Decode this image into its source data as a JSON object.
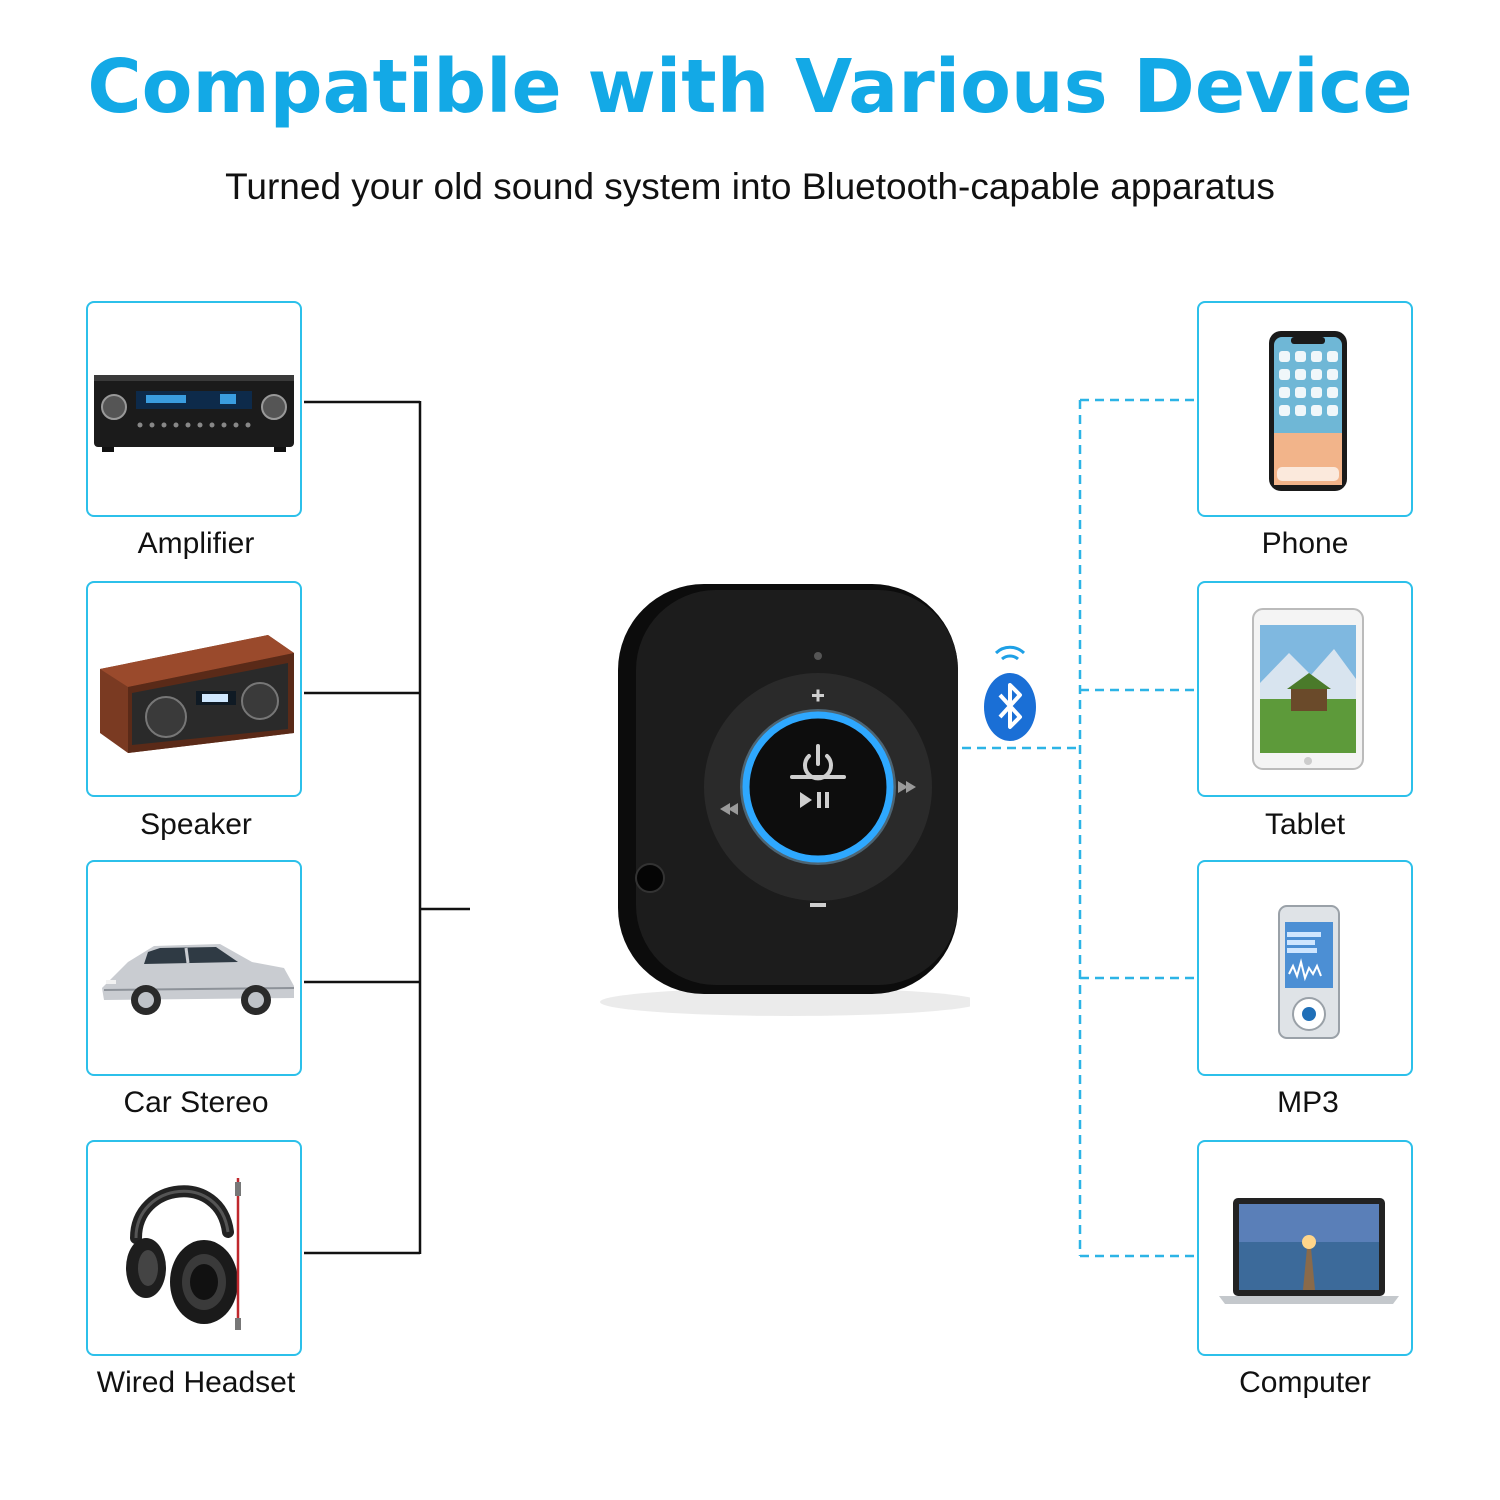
{
  "header": {
    "title": "Compatible with Various Device",
    "subtitle": "Turned your old sound system into Bluetooth-capable apparatus"
  },
  "colors": {
    "accent": "#13a9e6",
    "card_border": "#2cc0ea",
    "wire": "#111111",
    "dashed_link": "#2cb4e6"
  },
  "left_devices": [
    {
      "label": "Amplifier",
      "icon": "amplifier-icon"
    },
    {
      "label": "Speaker",
      "icon": "speaker-icon"
    },
    {
      "label": "Car Stereo",
      "icon": "car-icon"
    },
    {
      "label": "Wired Headset",
      "icon": "headphones-icon"
    }
  ],
  "right_devices": [
    {
      "label": "Phone",
      "icon": "phone-icon"
    },
    {
      "label": "Tablet",
      "icon": "tablet-icon"
    },
    {
      "label": "MP3",
      "icon": "mp3-player-icon"
    },
    {
      "label": "Computer",
      "icon": "laptop-icon"
    }
  ],
  "center": {
    "device_icon": "bluetooth-receiver-icon",
    "badge_icon": "bluetooth-icon",
    "connection_left": "wired",
    "connection_right": "wireless"
  }
}
